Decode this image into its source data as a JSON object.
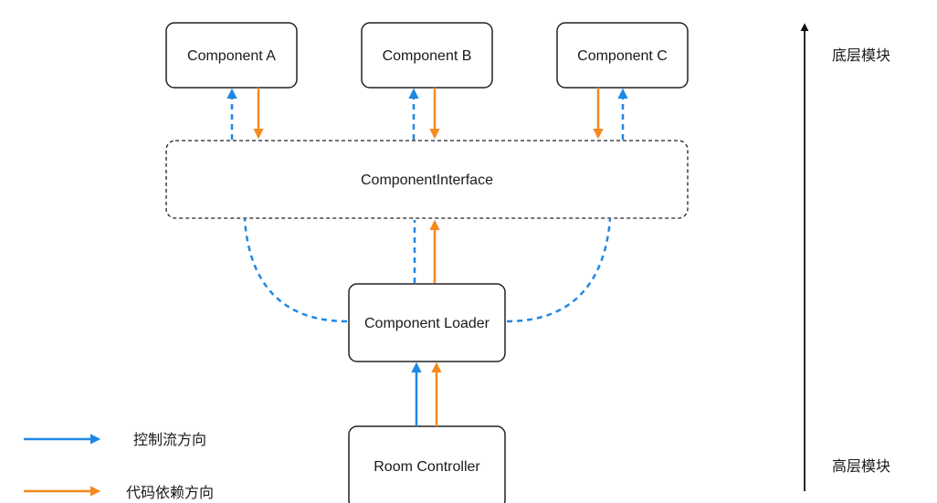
{
  "components": {
    "a": "Component A",
    "b": "Component B",
    "c": "Component C"
  },
  "interface_label": "ComponentInterface",
  "loader_label": "Component Loader",
  "controller_label": "Room Controller",
  "axis": {
    "top_label": "底层模块",
    "bottom_label": "高层模块"
  },
  "legend": {
    "control_flow": "控制流方向",
    "code_dependency": "代码依赖方向"
  },
  "colors": {
    "control_flow": "#1E88E5",
    "code_dependency": "#F5891E",
    "box_stroke": "#222222",
    "axis": "#111111"
  }
}
